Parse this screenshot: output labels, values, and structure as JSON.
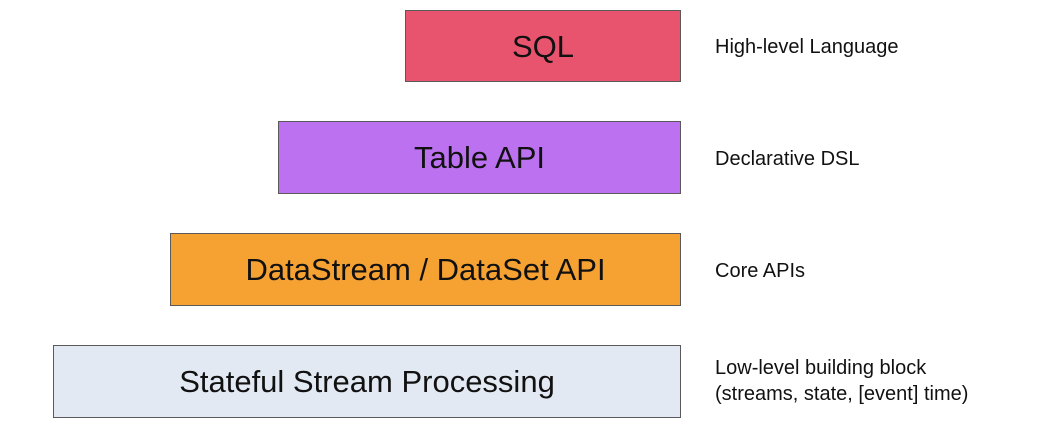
{
  "layers": [
    {
      "label": "SQL",
      "description": [
        "High-level Language"
      ],
      "color": "#e8546e"
    },
    {
      "label": "Table API",
      "description": [
        "Declarative DSL"
      ],
      "color": "#bc72f0"
    },
    {
      "label": "DataStream / DataSet API",
      "description": [
        "Core APIs"
      ],
      "color": "#f6a233"
    },
    {
      "label": "Stateful Stream Processing",
      "description": [
        "Low-level building block",
        "(streams, state, [event] time)"
      ],
      "color": "#e3e9f3"
    }
  ]
}
